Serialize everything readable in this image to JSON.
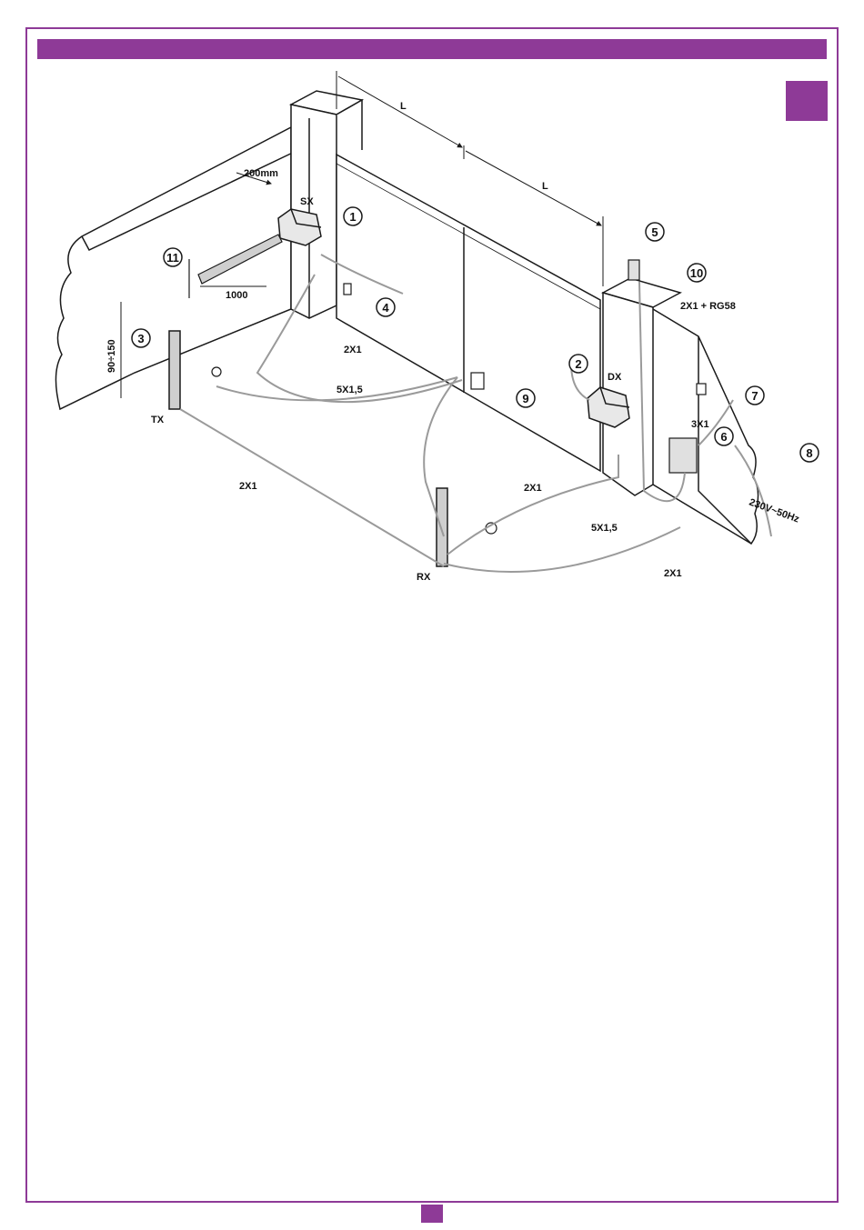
{
  "colors": {
    "accent": "#8e3a97",
    "line": "#1a1a1a",
    "cable": "#9a9a9a"
  },
  "dimensions": {
    "gate_half_length_1": "L",
    "gate_half_length_2": "L",
    "rail_length": "1000",
    "offset": "200mm",
    "height": "90÷150"
  },
  "side_labels": {
    "left_motor": "SX",
    "right_motor": "DX",
    "left_photocell": "TX",
    "right_photocell": "RX"
  },
  "callouts": [
    "1",
    "2",
    "3",
    "4",
    "5",
    "6",
    "7",
    "8",
    "9",
    "10",
    "11"
  ],
  "cables": {
    "c1": "2X1",
    "c2": "5X1,5",
    "c3": "2X1",
    "c4": "2X1",
    "c5": "5X1,5",
    "c6": "2X1",
    "c7": "3X1",
    "antenna": "2X1 + RG58",
    "mains": "230V~50Hz"
  }
}
